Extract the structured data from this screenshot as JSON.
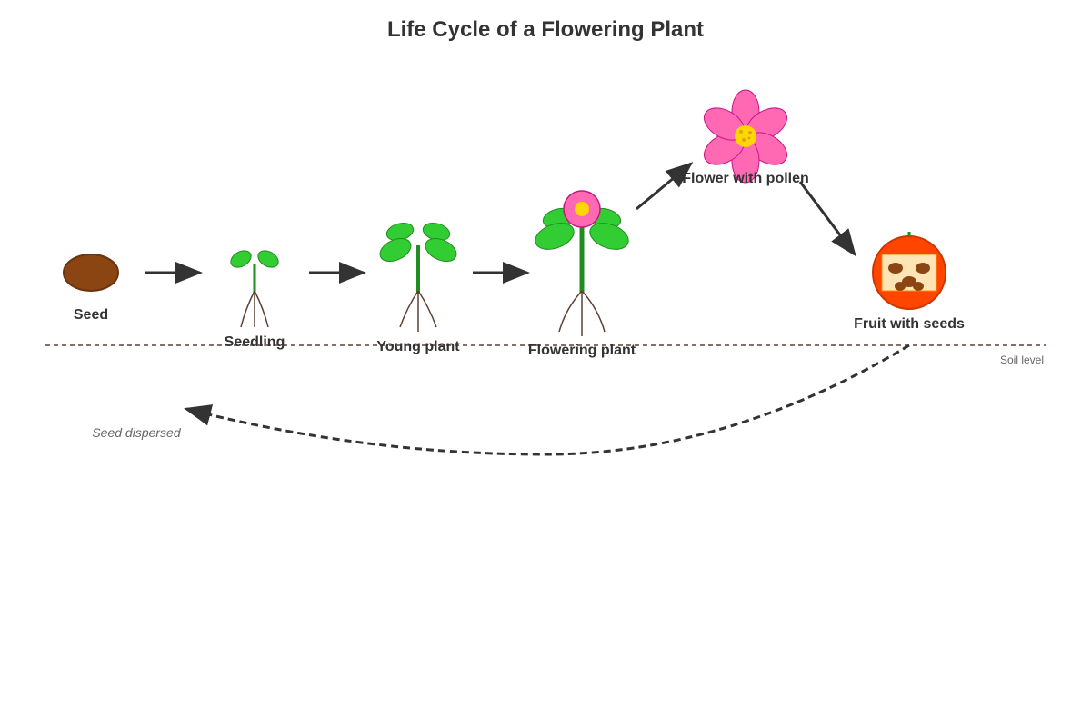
{
  "title": "Life Cycle of a Flowering Plant",
  "stages": {
    "seed": "Seed",
    "seedling": "Seedling",
    "young_plant": "Young plant",
    "flowering_plant": "Flowering plant",
    "flower_with_pollen": "Flower with pollen",
    "fruit_with_seeds": "Fruit with seeds"
  },
  "notes": {
    "seed_dispersed": "Seed dispersed",
    "soil_level": "Soil level"
  },
  "colors": {
    "seed": "#8B4513",
    "stem": "#228B22",
    "leaf": "#32CD32",
    "root": "#5C4033",
    "petal": "#FF69B4",
    "flower_center": "#FFD700",
    "fruit": "#FF4500",
    "fruit_flesh": "#FFE4B5",
    "arrow": "#333333"
  }
}
